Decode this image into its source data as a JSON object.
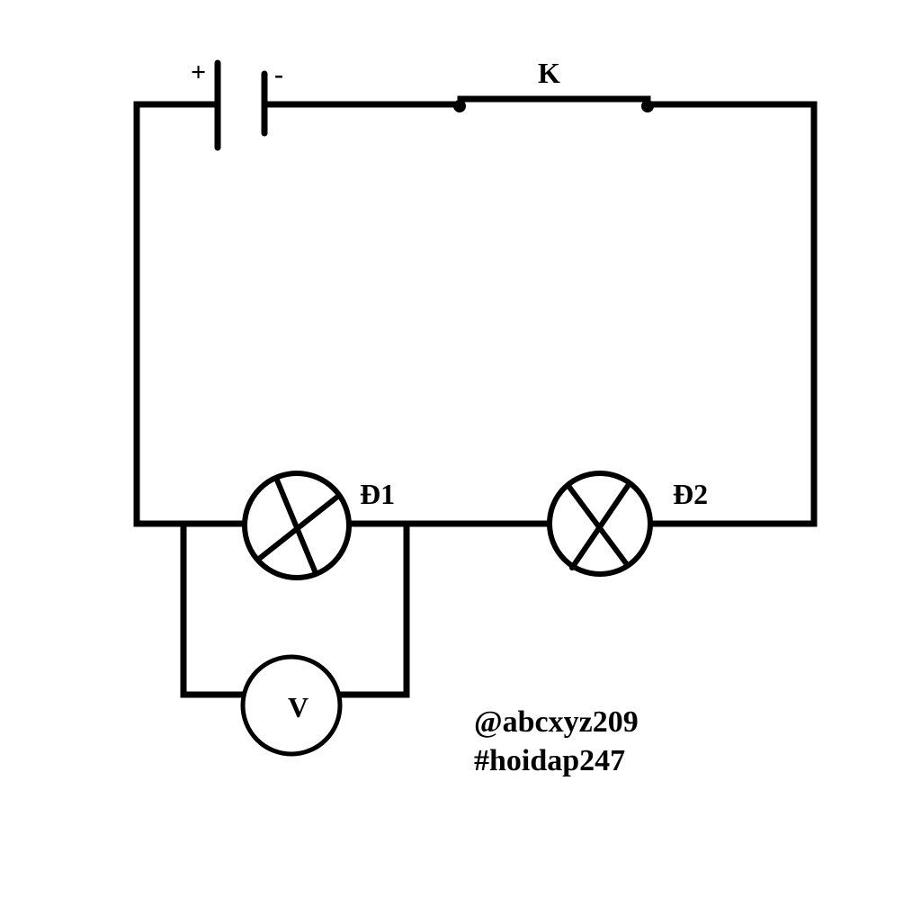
{
  "diagram": {
    "battery": {
      "plus_sign": "+",
      "minus_sign": "-"
    },
    "switch": {
      "label": "K"
    },
    "lamps": [
      {
        "label": "Đ1"
      },
      {
        "label": "Đ2"
      }
    ],
    "voltmeter": {
      "label": "V"
    },
    "watermark": {
      "line1": "@abcxyz209",
      "line2": "#hoidap247"
    }
  }
}
